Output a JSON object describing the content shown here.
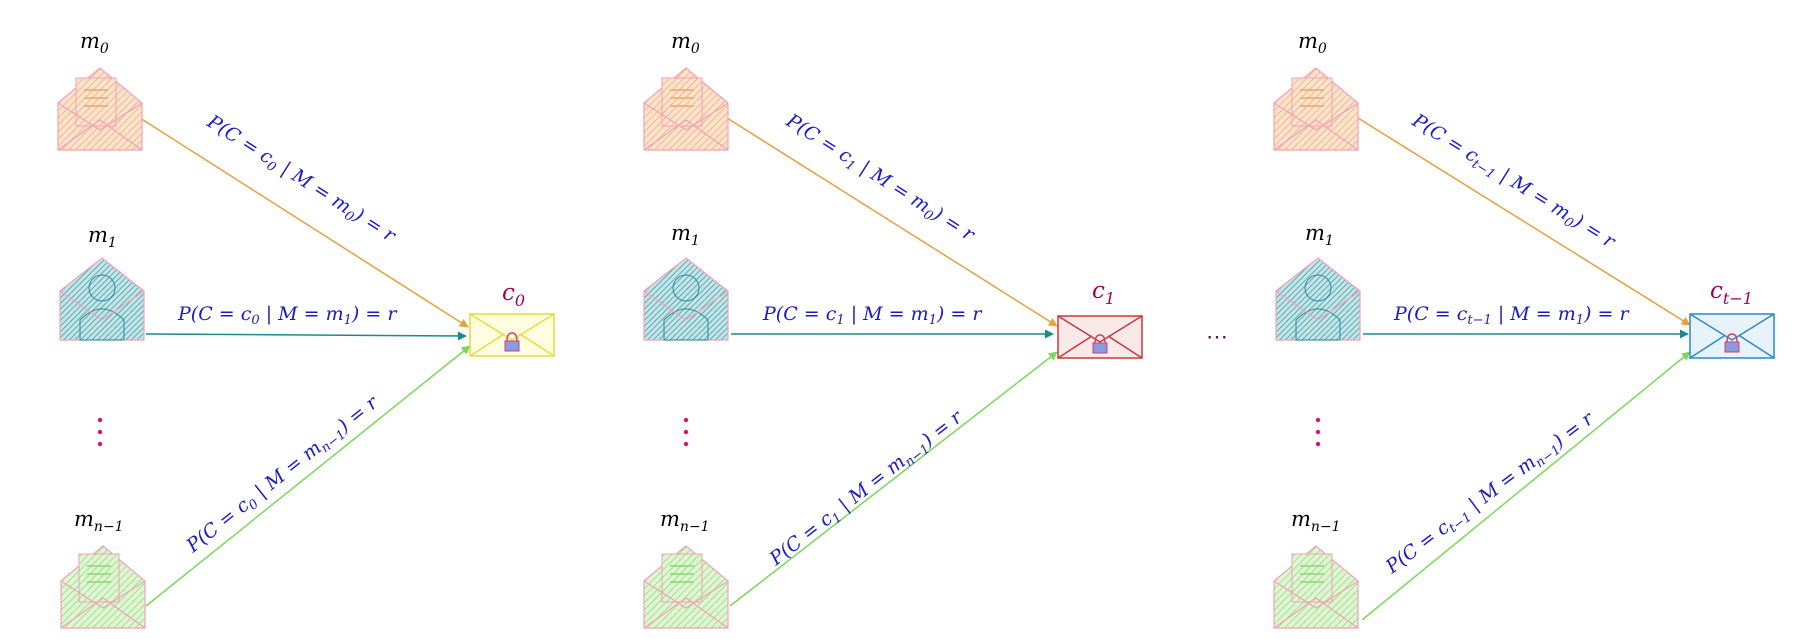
{
  "groups": [
    {
      "cipher": {
        "base": "c",
        "sub": "0",
        "color": "#e8dc3a",
        "fill": "#fffde0"
      },
      "messages": [
        {
          "base": "m",
          "sub": "0"
        },
        {
          "base": "m",
          "sub": "1"
        },
        {
          "base": "m",
          "sub": "n−1"
        }
      ],
      "edges": [
        {
          "pre": "P(C = ",
          "cbase": "c",
          "csub": "0",
          "mid": " | M = ",
          "mbase": "m",
          "msub": "0",
          "post": ") = r"
        },
        {
          "pre": "P(C = ",
          "cbase": "c",
          "csub": "0",
          "mid": " | M = ",
          "mbase": "m",
          "msub": "1",
          "post": ") = r"
        },
        {
          "pre": "P(C = ",
          "cbase": "c",
          "csub": "0",
          "mid": " | M = ",
          "mbase": "m",
          "msub": "n−1",
          "post": ") = r"
        }
      ]
    },
    {
      "cipher": {
        "base": "c",
        "sub": "1",
        "color": "#c83a3a",
        "fill": "#fbe8e8"
      },
      "messages": [
        {
          "base": "m",
          "sub": "0"
        },
        {
          "base": "m",
          "sub": "1"
        },
        {
          "base": "m",
          "sub": "n−1"
        }
      ],
      "edges": [
        {
          "pre": "P(C = ",
          "cbase": "c",
          "csub": "1",
          "mid": " | M = ",
          "mbase": "m",
          "msub": "0",
          "post": ") = r"
        },
        {
          "pre": "P(C = ",
          "cbase": "c",
          "csub": "1",
          "mid": " | M = ",
          "mbase": "m",
          "msub": "1",
          "post": ") = r"
        },
        {
          "pre": "P(C = ",
          "cbase": "c",
          "csub": "1",
          "mid": " | M = ",
          "mbase": "m",
          "msub": "n−1",
          "post": ") = r"
        }
      ]
    },
    {
      "cipher": {
        "base": "c",
        "sub": "t−1",
        "color": "#2a8ac8",
        "fill": "#e8f2fa"
      },
      "messages": [
        {
          "base": "m",
          "sub": "0"
        },
        {
          "base": "m",
          "sub": "1"
        },
        {
          "base": "m",
          "sub": "n−1"
        }
      ],
      "edges": [
        {
          "pre": "P(C = ",
          "cbase": "c",
          "csub": "t−1",
          "mid": " | M = ",
          "mbase": "m",
          "msub": "0",
          "post": ") = r"
        },
        {
          "pre": "P(C = ",
          "cbase": "c",
          "csub": "t−1",
          "mid": " | M = ",
          "mbase": "m",
          "msub": "1",
          "post": ") = r"
        },
        {
          "pre": "P(C = ",
          "cbase": "c",
          "csub": "t−1",
          "mid": " | M = ",
          "mbase": "m",
          "msub": "n−1",
          "post": ") = r"
        }
      ]
    }
  ],
  "colors": {
    "edge_top": "#e8a040",
    "edge_mid": "#1a8a8a",
    "edge_bottom": "#7ad85a",
    "label_text": "#1a1acc",
    "vdots": "#e0106a",
    "cipher_label": "#a0005a"
  },
  "icons": {
    "message_top": "open-envelope-icon-orange",
    "message_mid": "person-envelope-icon-teal",
    "message_bottom": "open-envelope-icon-green",
    "cipher": "locked-envelope-icon"
  },
  "separator": "⋯"
}
